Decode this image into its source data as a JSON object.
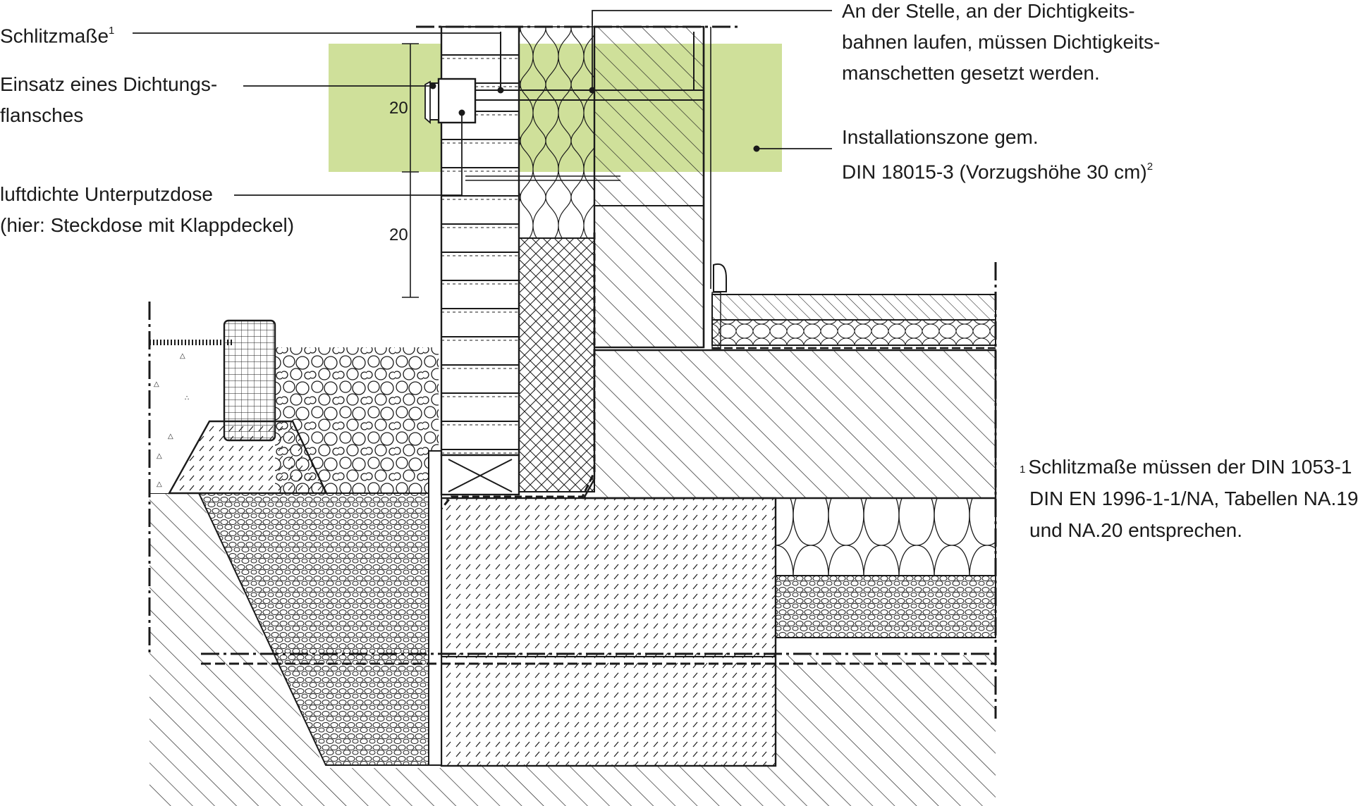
{
  "annotations": {
    "slot_dimensions": {
      "text": "Schlitzmaße",
      "footnote_ref": "1"
    },
    "sealing_flange": {
      "line1": "Einsatz eines Dichtungs-",
      "line2": "flansches"
    },
    "airtight_box": {
      "line1": "luftdichte Unterputzdose",
      "line2": "(hier: Steckdose mit Klappdeckel)"
    },
    "sealing_sleeves": {
      "line1": "An der Stelle, an der Dichtigkeits-",
      "line2": "bahnen laufen, müssen Dichtigkeits-",
      "line3": "manschetten gesetzt werden."
    },
    "installation_zone": {
      "line1": "Installationszone gem.",
      "line2": "DIN 18015-3 (Vorzugshöhe 30 cm)",
      "footnote_ref": "2"
    }
  },
  "dimensions": {
    "upper": "20",
    "lower": "20"
  },
  "footnote": {
    "number": "1",
    "line1": "Schlitzmaße müssen der DIN 1053-1",
    "line2": "DIN EN 1996-1-1/NA, Tabellen NA.19",
    "line3": "und NA.20 entsprechen."
  },
  "colors": {
    "installation_zone": "#cfe09a",
    "line": "#1a1a1a"
  }
}
